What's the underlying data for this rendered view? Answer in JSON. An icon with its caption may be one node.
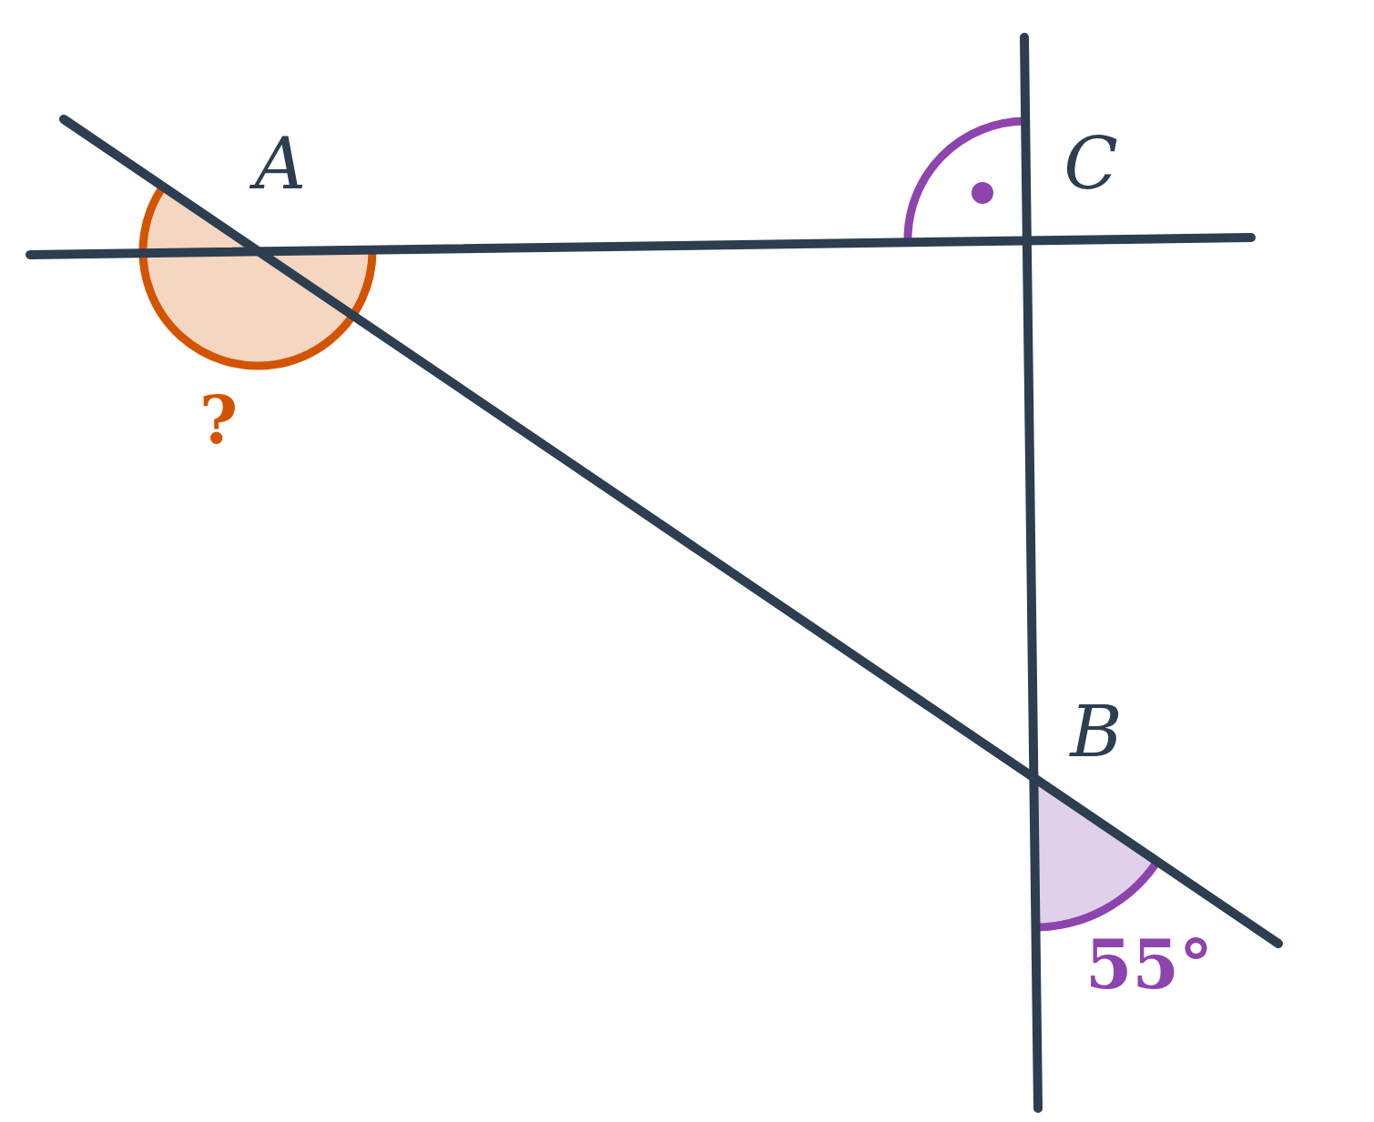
{
  "diagram": {
    "labels": [
      "A",
      "C",
      "?",
      "B",
      "55°"
    ]
  }
}
